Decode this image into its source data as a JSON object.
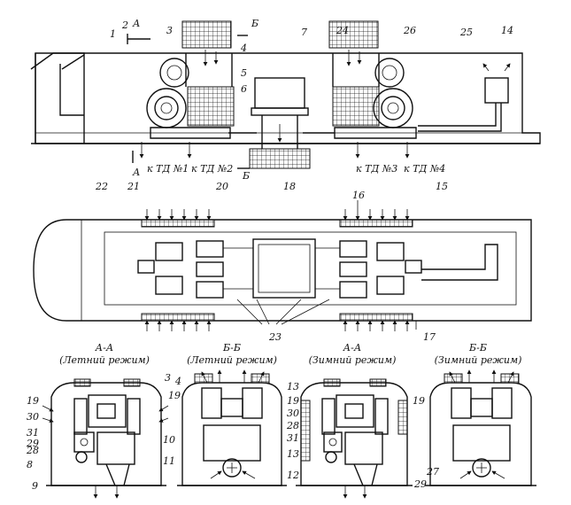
{
  "callouts": {
    "n1": "1",
    "n2": "2",
    "n3": "3",
    "n4": "4",
    "n5": "5",
    "n6": "6",
    "n7": "7",
    "n8": "8",
    "n9": "9",
    "n10": "10",
    "n11": "11",
    "n12": "12",
    "n13": "13",
    "n14": "14",
    "n15": "15",
    "n16": "16",
    "n17": "17",
    "n18": "18",
    "n19": "19",
    "n20": "20",
    "n21": "21",
    "n22": "22",
    "n23": "23",
    "n24": "24",
    "n25": "25",
    "n26": "26",
    "n27": "27",
    "n28": "28",
    "n29": "29",
    "n30": "30",
    "n31": "31"
  },
  "section_letters": {
    "a": "А",
    "b": "Б"
  },
  "motor_labels": {
    "td1": "к ТД №1",
    "td2": "к ТД №2",
    "td3": "к ТД №3",
    "td4": "к ТД №4"
  },
  "sections": [
    {
      "title": "А-А",
      "mode": "(Летний режим)"
    },
    {
      "title": "Б-Б",
      "mode": "(Летний режим)"
    },
    {
      "title": "А-А",
      "mode": "(Зимний режим)"
    },
    {
      "title": "Б-Б",
      "mode": "(Зимний режим)"
    }
  ]
}
